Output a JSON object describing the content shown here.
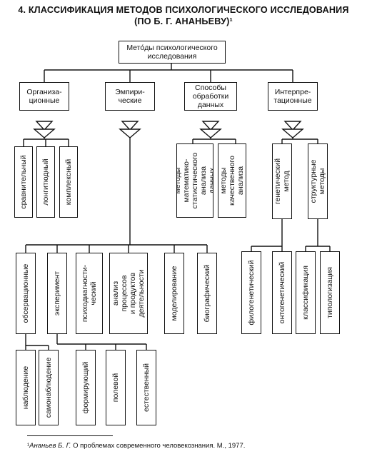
{
  "title": {
    "line1": "4. КЛАССИФИКАЦИЯ МЕТОДОВ ПСИХОЛОГИЧЕСКОГО ИССЛЕДОВАНИЯ",
    "line2": "(ПО Б. Г. АНАНЬЕВУ)¹"
  },
  "nodes": {
    "root": "Мето́ды психологического\nисследования",
    "org": "Организа-\nционные",
    "emp": "Эмпири-\nческие",
    "data": "Способы\nобработки\nданных",
    "interp": "Интерпре-\nтационные",
    "comparative": "сравнительный",
    "longitudinal": "лонгитюдный",
    "complex": "комплексный",
    "math_stat": "методы математико-\nстатистического\nанализа данных",
    "qualitative": "методы качественного\nанализа",
    "genetic": "генетический метод",
    "structural": "структурные методы",
    "observational": "обсервационные",
    "experiment": "эксперимент",
    "psychodiagnostic": "психодиагности-\nческий",
    "activity": "анализ процессов\nи продуктов\nдеятельности",
    "modeling": "моделирование",
    "biographical": "биографический",
    "phylogenetic": "филогенетический",
    "ontogenetic": "онтогенетический",
    "classification": "классификация",
    "typologization": "типологизация",
    "observation": "наблюдение",
    "self_observation": "самонаблюдение",
    "formative": "формирующий",
    "field": "полевой",
    "natural": "естественный"
  },
  "footnote": {
    "mark": "¹",
    "author": "Ананьев Б. Г.",
    "text": " О проблемах современного человекознания. М., 1977."
  }
}
